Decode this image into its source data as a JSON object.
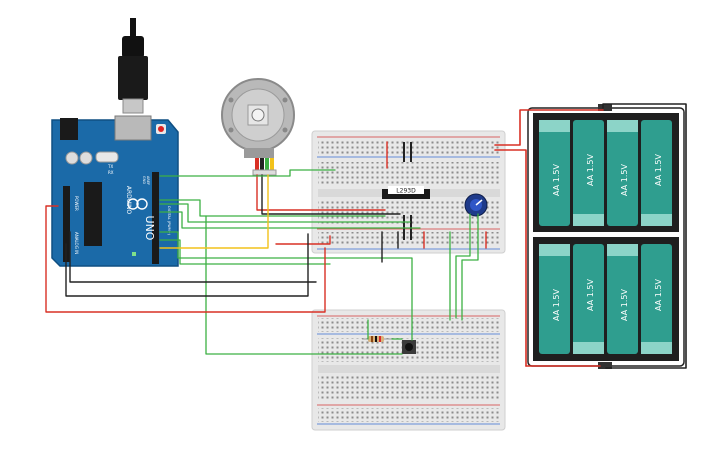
{
  "arduino": {
    "brand": "ARDUINO",
    "model": "UNO",
    "power_header": "POWER",
    "analog_header": "ANALOG IN",
    "digital_header": "DIGITAL (PWM~)",
    "aref": "AREF",
    "gnd": "GND",
    "tx": "TX",
    "rx": "RX"
  },
  "driver_ic": {
    "label": "L293D"
  },
  "battery_pack": {
    "cells": [
      "AA 1.5V",
      "AA 1.5V",
      "AA 1.5V",
      "AA 1.5V",
      "AA 1.5V",
      "AA 1.5V",
      "AA 1.5V",
      "AA 1.5V"
    ]
  },
  "colors": {
    "board_blue": "#1b6aa8",
    "breadboard": "#e8e8e8",
    "rail_red": "#d23a3a",
    "rail_blue": "#3a6cd2",
    "wire_green": "#3cb043",
    "wire_red": "#d93025",
    "wire_black": "#222222",
    "wire_yellow": "#f2c21b",
    "battery_teal": "#2f9e8f"
  }
}
